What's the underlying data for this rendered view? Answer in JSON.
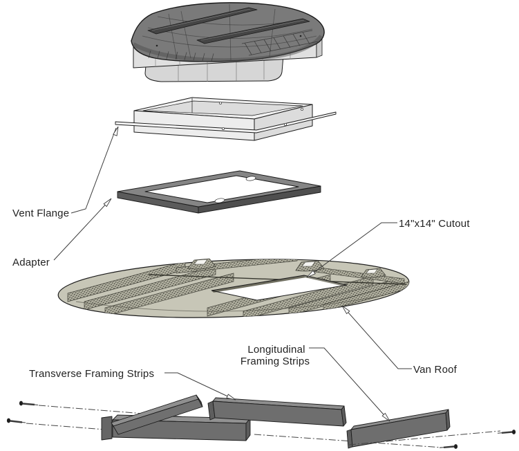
{
  "diagram": {
    "type": "exploded-assembly",
    "background": "#ffffff",
    "labels": {
      "vent_flange": "Vent Flange",
      "adapter": "Adapter",
      "cutout": "14\"x14\" Cutout",
      "longitudinal_line1": "Longitudinal",
      "longitudinal_line2": "Framing Strips",
      "transverse": "Transverse Framing Strips",
      "van_roof": "Van Roof"
    },
    "colors": {
      "outline": "#1a1a1a",
      "leader": "#3c3c3c",
      "roof_panel": "#c7c6b7",
      "rib_band": "#b2b1a1",
      "dome": "#7a7a7a",
      "metal_light": "#f1f1f1",
      "adapter_frame": "#858585",
      "framing_strip": "#6e6e6e"
    }
  }
}
